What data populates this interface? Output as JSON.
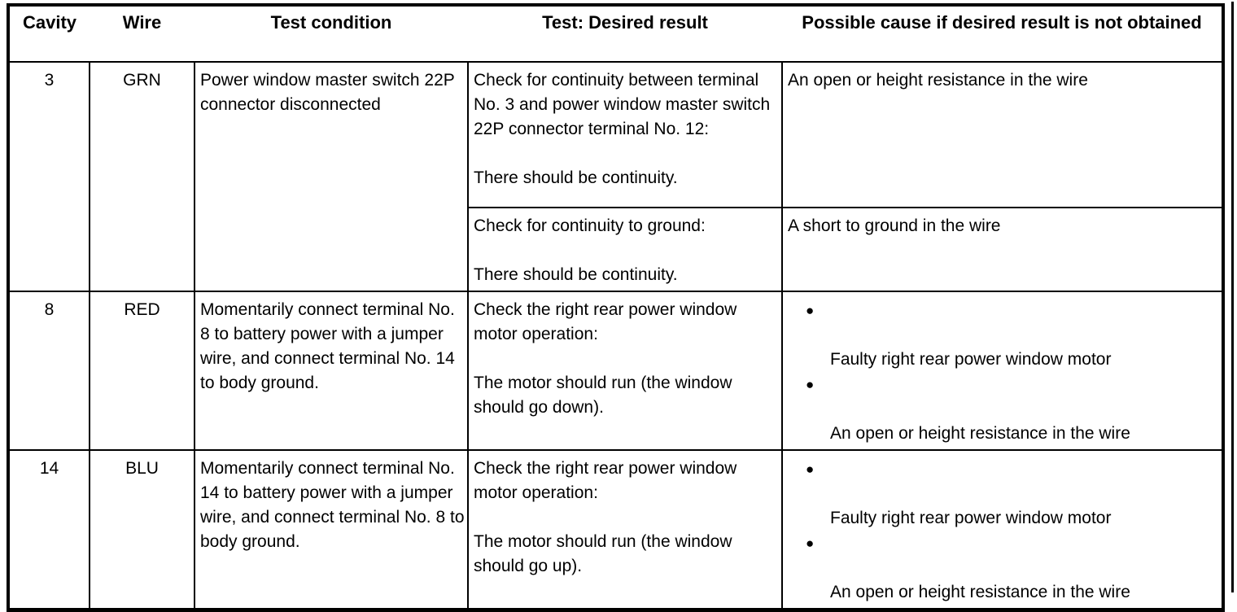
{
  "table": {
    "headers": [
      "Cavity",
      "Wire",
      "Test condition",
      "Test: Desired result",
      "Possible cause if desired result is not obtained"
    ],
    "rows": [
      {
        "cavity": "3",
        "wire": "GRN",
        "test_condition": "Power window master switch 22P connector disconnected",
        "subrows": [
          {
            "desired_result_check": "Check for continuity between terminal No. 3 and power window master switch 22P connector terminal No. 12:",
            "desired_result_expected": "There should be continuity.",
            "possible_cause": "An open or height resistance in the wire"
          },
          {
            "desired_result_check": "Check for continuity to ground:",
            "desired_result_expected": "There should be continuity.",
            "possible_cause": "A short to ground in the wire"
          }
        ]
      },
      {
        "cavity": "8",
        "wire": "RED",
        "test_condition": "Momentarily connect terminal No. 8 to battery power with a jumper wire, and connect terminal No. 14   to body ground.",
        "subrows": [
          {
            "desired_result_check": "Check the right rear power window motor operation:",
            "desired_result_expected": "The motor should run (the window should go down).",
            "possible_cause_bullets": [
              "Faulty right rear power window motor",
              "An open or height resistance in the wire"
            ]
          }
        ]
      },
      {
        "cavity": "14",
        "wire": "BLU",
        "test_condition": "Momentarily connect terminal No. 14 to battery power with a jumper wire, and connect terminal No. 8 to body ground.",
        "subrows": [
          {
            "desired_result_check": "Check the right rear power window motor operation:",
            "desired_result_expected": "The motor should run (the window should go up).",
            "possible_cause_bullets": [
              "Faulty right rear power window motor",
              "An open or height resistance in the wire"
            ]
          }
        ]
      }
    ]
  },
  "style": {
    "text_color": "#000000",
    "background_color": "#ffffff",
    "border_color": "#000000",
    "bullet_glyph": "bullet-icon"
  }
}
